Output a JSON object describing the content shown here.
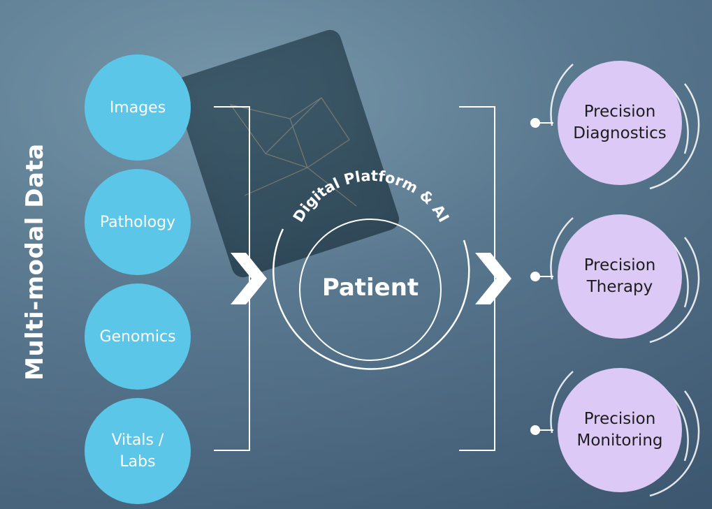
{
  "diagram": {
    "side_title": "Multi-modal Data",
    "inputs": [
      {
        "label": "Images"
      },
      {
        "label": "Pathology"
      },
      {
        "label": "Genomics"
      },
      {
        "label": "Vitals /\nLabs"
      }
    ],
    "center": {
      "arc_label": "Digital Platform & AI",
      "patient_label": "Patient"
    },
    "outputs": [
      {
        "label": "Precision\nDiagnostics"
      },
      {
        "label": "Precision\nTherapy"
      },
      {
        "label": "Precision\nMonitoring"
      }
    ]
  },
  "colors": {
    "input_circle": "#5bc6e8",
    "output_circle": "#ddc9f6",
    "line": "#ffffff"
  }
}
